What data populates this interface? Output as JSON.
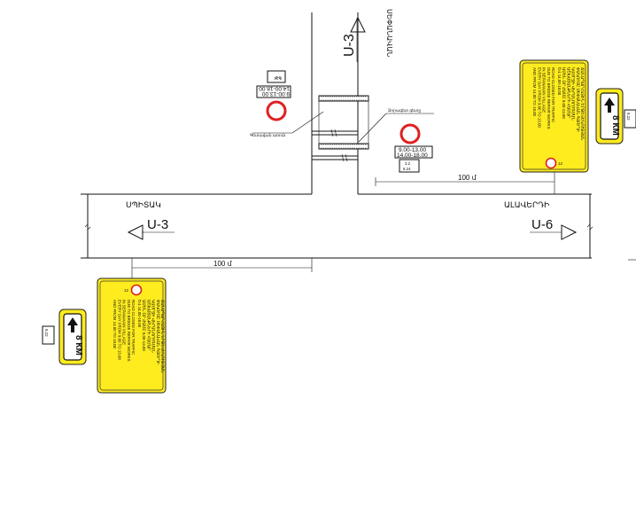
{
  "labels": {
    "north_road": "U-3",
    "north_city": "ՍԵՓԱՆԱՎԱՆ",
    "west_city": "ՍՊԻՏԱԿ",
    "west_road": "U-3",
    "east_city": "ԱԼԱՎԵՐԴԻ",
    "east_road": "U-6",
    "dim_east": "100 մ",
    "dim_west": "100 մ",
    "bridge_left_label": "Գետավան առուն",
    "bridge_right_label": "Ձորագետ գետը"
  },
  "time_plates": {
    "left_line1": "9.00-13.00",
    "left_line2": "14.00-18.00",
    "right_line1": "9.00-13.00",
    "right_line2": "14.00-18.00"
  },
  "small_plates": {
    "axle_top": "3.2",
    "axle_bottom": "8.24",
    "left_east_top": "3.2",
    "left_east_bottom": "8.24",
    "east_sign_small_top": "8.22",
    "west_sign_small_top": "8.22"
  },
  "distance_signs": {
    "east": "8 КМ",
    "west": "8 КМ"
  },
  "info_signs": {
    "east_number": "12",
    "west_number": "12",
    "east_text": [
      "ՃԱՆԱՊԱՐՀԱՅԻՆ ԵՐԹԵՎԵԿՈՒԹՅԱՆ",
      "ՓԱԿՈՒՄԸ ՍԵՓԱՆԱՎԱՆ ԳՅՈՒՂԻ",
      "ԿԱՄՐՋԻ ՎԵՐԱՆՈՐՈԳՄԱՆ",
      "ԱՇԽԱՏԱՆՔՆԵՐԻ ՀԱՄԱՐ",
      "ԱՄԵՆ ՕՐ ԺԱՄԸ 9.00-13.00",
      "ԵՎ 14.00-18.00",
      "ROAD CLOSED FOR TRAFFIC",
      "DUE TO BRIDGE REPAIR WORKS",
      "IN SEPANAVAN VILLAGE",
      "EVERY DAY FROM 9.00 TO 13.00",
      "AND FROM 14.00 TO 18.00"
    ],
    "west_text": [
      "ՃԱՆԱՊԱՐՀԱՅԻՆ ԵՐԹԵՎԵԿՈՒԹՅԱՆ",
      "ՓԱԿՈՒՄԸ ՍԵՓԱՆԱՎԱՆ ԳՅՈՒՂԻ",
      "ԿԱՄՐՋԻ ՎԵՐԱՆՈՐՈԳՄԱՆ",
      "ԱՇԽԱՏԱՆՔՆԵՐԻ ՀԱՄԱՐ",
      "ԱՄԵՆ ՕՐ ԺԱՄԸ 9.00-13.00",
      "ԵՎ 14.00-18.00",
      "ROAD CLOSED FOR TRAFFIC",
      "DUE TO BRIDGE REPAIR WORKS",
      "IN SEPANAVAN VILLAGE",
      "EVERY DAY FROM 9.00 TO 13.00",
      "AND FROM 14.00 TO 18.00"
    ]
  },
  "colors": {
    "sign_yellow": "#ffec1f",
    "prohibit_red": "#e02020",
    "line": "#111111"
  }
}
